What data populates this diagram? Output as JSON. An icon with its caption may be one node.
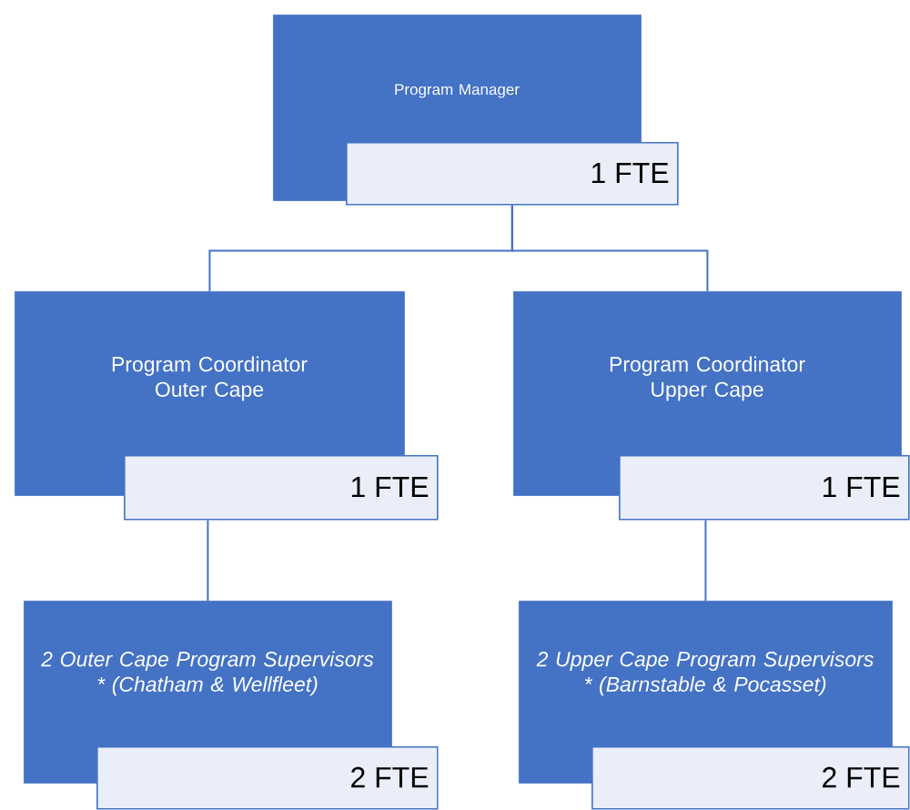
{
  "diagram": {
    "nodes": [
      {
        "text": [
          "Program Manager",
          "1 FTE"
        ]
      },
      {
        "text": [
          "Program Coordinator Outer Cape",
          "1 FTE"
        ]
      },
      {
        "text": [
          "Program Coordinator Upper Cape",
          "1 FTE"
        ]
      },
      {
        "text": [
          "2 Outer Cape Program Supervisors * (Chatham & Wellfleet)",
          "2 FTE"
        ]
      },
      {
        "text": [
          "2 Upper Cape Program Supervisors * (Barnstable & Pocasset)",
          "2 FTE"
        ]
      }
    ],
    "edges": [
      {
        "from": 0,
        "to": 1,
        "arrow": "none"
      },
      {
        "from": 0,
        "to": 2,
        "arrow": "none"
      },
      {
        "from": 1,
        "to": 3,
        "arrow": "none"
      },
      {
        "from": 2,
        "to": 4,
        "arrow": "none"
      }
    ]
  }
}
